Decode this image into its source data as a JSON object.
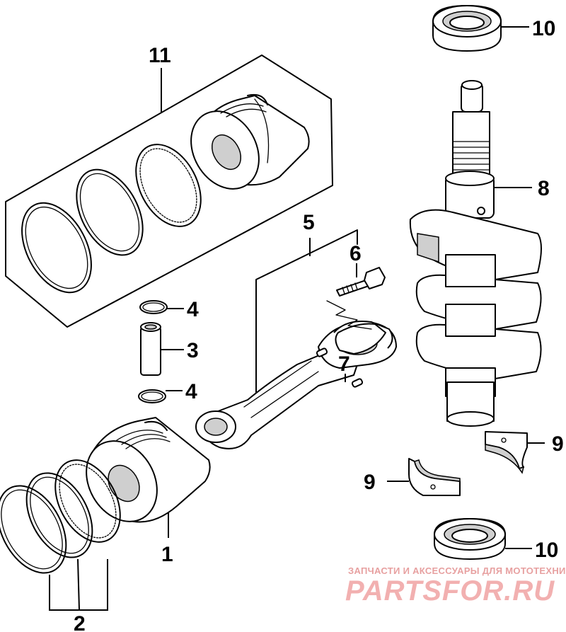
{
  "callouts": {
    "c1": "1",
    "c2": "2",
    "c3": "3",
    "c4a": "4",
    "c4b": "4",
    "c5": "5",
    "c6": "6",
    "c7": "7",
    "c8": "8",
    "c9a": "9",
    "c9b": "9",
    "c10a": "10",
    "c10b": "10",
    "c11": "11"
  },
  "watermark": {
    "tagline": "ЗАПЧАСТИ И АКСЕССУАРЫ ДЛЯ МОТОТЕХНИКИ",
    "logo_text": "PARTSFOR.RU",
    "color": "#f2b0b0"
  }
}
